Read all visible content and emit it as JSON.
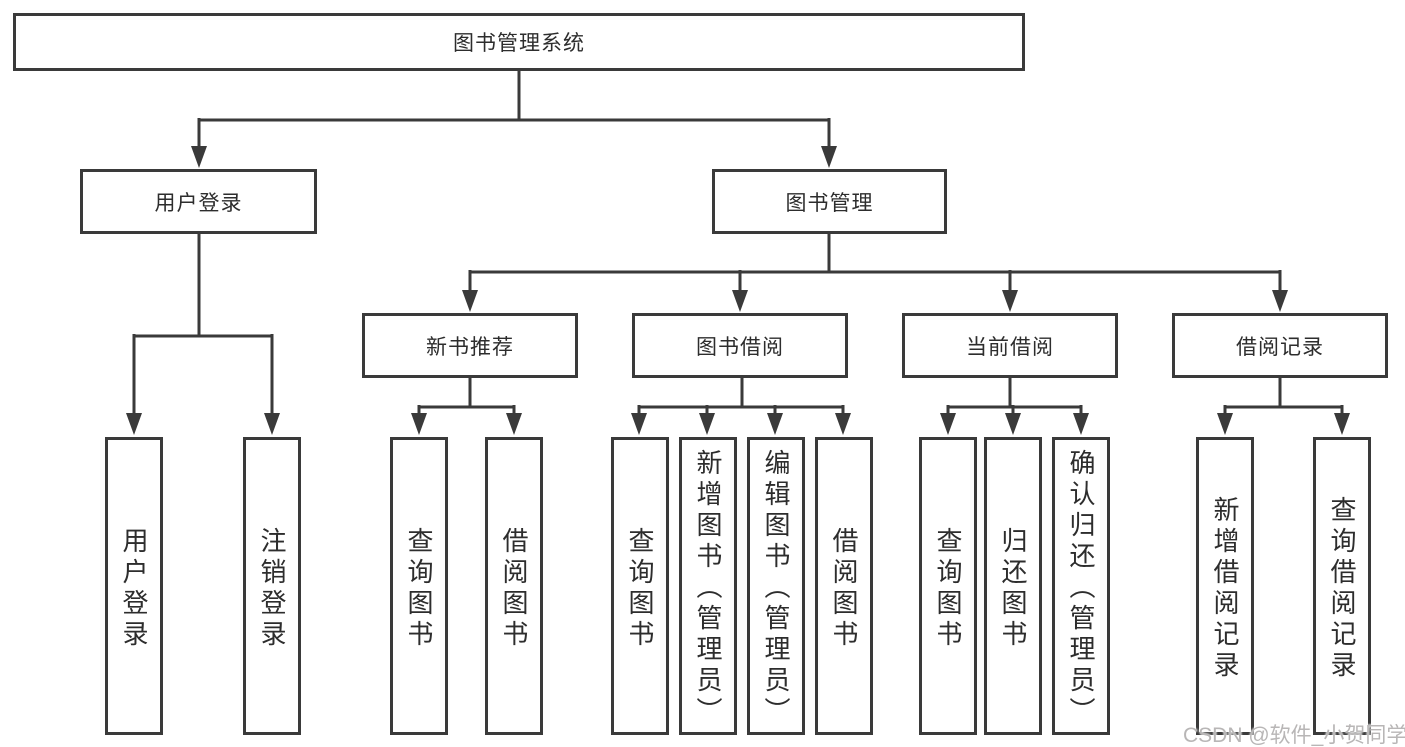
{
  "root": {
    "label": "图书管理系统"
  },
  "level2": [
    {
      "label": "用户登录",
      "leaves": [
        "用户登录",
        "注销登录"
      ]
    },
    {
      "label": "图书管理",
      "groups": [
        {
          "label": "新书推荐",
          "leaves": [
            "查询图书",
            "借阅图书"
          ]
        },
        {
          "label": "图书借阅",
          "leaves": [
            "查询图书",
            "新增图书（管理员）",
            "编辑图书（管理员）",
            "借阅图书"
          ]
        },
        {
          "label": "当前借阅",
          "leaves": [
            "查询图书",
            "归还图书",
            "确认归还（管理员）"
          ]
        },
        {
          "label": "借阅记录",
          "leaves": [
            "新增借阅记录",
            "查询借阅记录"
          ]
        }
      ]
    }
  ],
  "watermark": {
    "text": "CSDN @软件_小贺同学"
  },
  "colors": {
    "line": "#3a3a3a",
    "box_border": "#3a3a3a",
    "text": "#2d2d2d",
    "background": "#ffffff",
    "watermark": "#b8b6b6"
  }
}
